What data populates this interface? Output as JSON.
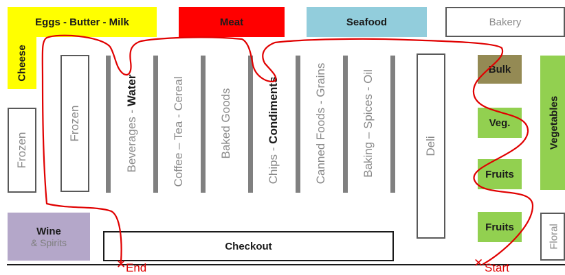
{
  "sections": {
    "eggs_butter_milk": "Eggs - Butter - Milk",
    "meat": "Meat",
    "seafood": "Seafood",
    "bakery": "Bakery",
    "cheese": "Cheese",
    "frozen_left": "Frozen",
    "frozen_aisle": "Frozen",
    "wine": "Wine",
    "wine_sub": "& Spirits",
    "checkout": "Checkout",
    "deli": "Deli",
    "bulk": "Bulk",
    "vegetables": "Vegetables",
    "veg": "Veg.",
    "fruits_1": "Fruits",
    "fruits_2": "Fruits",
    "floral": "Floral"
  },
  "aisles": [
    {
      "text": "Beverages - ",
      "strong": "Water"
    },
    {
      "text": "Coffee – Tea - Cereal",
      "strong": ""
    },
    {
      "text": "Baked Goods",
      "strong": ""
    },
    {
      "text": "Chips - ",
      "strong": "Condiments"
    },
    {
      "text": "Canned Foods - Grains",
      "strong": ""
    },
    {
      "text": "Baking – Spices - Oil",
      "strong": ""
    }
  ],
  "markers": {
    "end": "End",
    "start": "Start"
  },
  "colors": {
    "dairy": "#ffff00",
    "meat": "#ff0000",
    "seafood": "#92cddc",
    "wine": "#b4a7c9",
    "bulk": "#948a54",
    "produce": "#92d050",
    "route": "#e00000"
  }
}
